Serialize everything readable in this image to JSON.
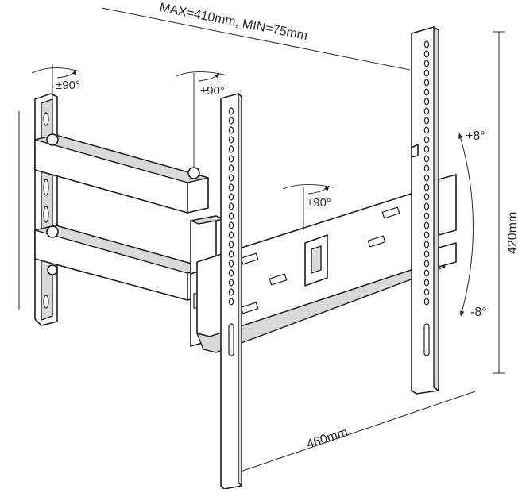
{
  "dimensions": {
    "vesa_max_min": "MAX=410mm, MIN=75mm",
    "height": "420mm",
    "width": "460mm"
  },
  "rotation_labels": {
    "wall_pivot": "±90°",
    "arm_pivot": "±90°",
    "plate_pivot": "±90°"
  },
  "tilt": {
    "up": "+8°",
    "down": "-8°"
  },
  "colors": {
    "line": "#1e1e1e",
    "metal_shade": "#d9d9d9",
    "background": "#ffffff"
  },
  "icons": [
    "rotation-arrow-icon",
    "tilt-arrow-icon"
  ]
}
